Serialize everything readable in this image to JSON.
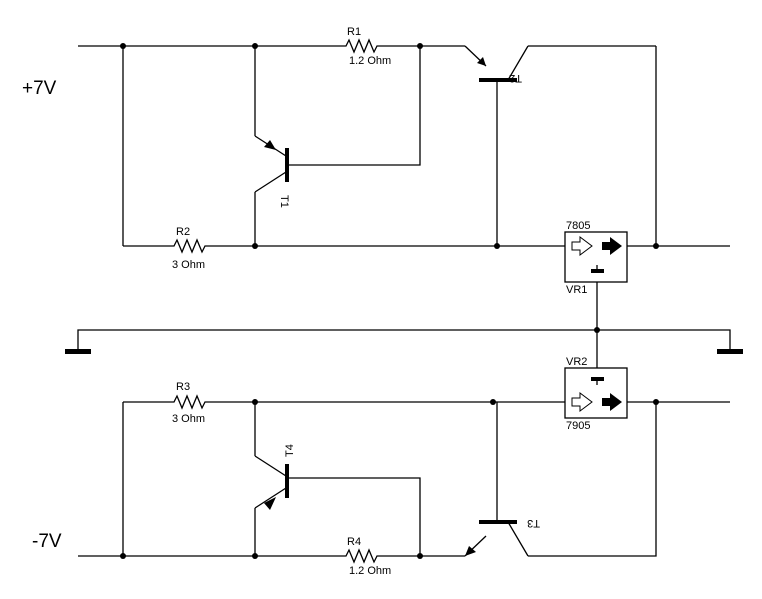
{
  "rails": {
    "positive": "+7V",
    "negative": "-7V"
  },
  "resistors": {
    "r1": {
      "name": "R1",
      "value": "1.2 Ohm"
    },
    "r2": {
      "name": "R2",
      "value": "3 Ohm"
    },
    "r3": {
      "name": "R3",
      "value": "3 Ohm"
    },
    "r4": {
      "name": "R4",
      "value": "1.2 Ohm"
    }
  },
  "transistors": {
    "t1": "T1",
    "t2": "T2",
    "t3": "T3",
    "t4": "T4"
  },
  "regulators": {
    "vr1": {
      "name": "VR1",
      "part": "7805"
    },
    "vr2": {
      "name": "VR2",
      "part": "7905"
    }
  }
}
